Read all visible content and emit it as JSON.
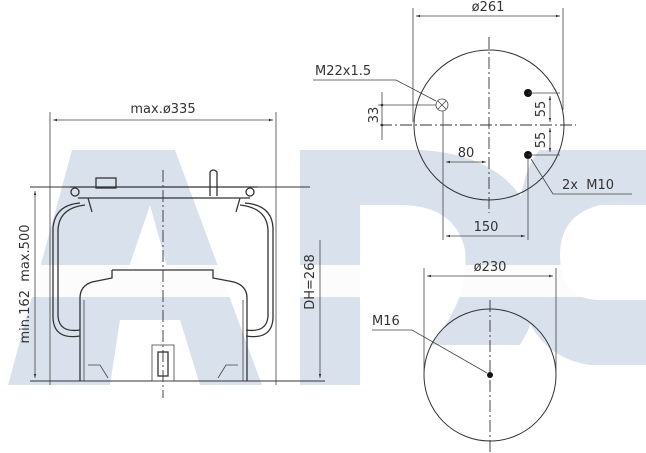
{
  "watermark": {
    "text": "ADC",
    "color": "#d9e1ec"
  },
  "side_view": {
    "diameter_label": "max.ø335",
    "height_label": "min.162  max.500",
    "design_height_label": "DH=268"
  },
  "top_plate_view": {
    "diameter_label": "ø261",
    "air_inlet_label": "M22x1.5",
    "inlet_offset_label": "33",
    "inlet_x_label": "80",
    "bolt_spacing_upper_label": "55",
    "bolt_spacing_lower_label": "55",
    "bolt_label": "2x  M10",
    "bolt_offset_label": "150"
  },
  "piston_view": {
    "diameter_label": "ø230",
    "bolt_label": "M16"
  }
}
